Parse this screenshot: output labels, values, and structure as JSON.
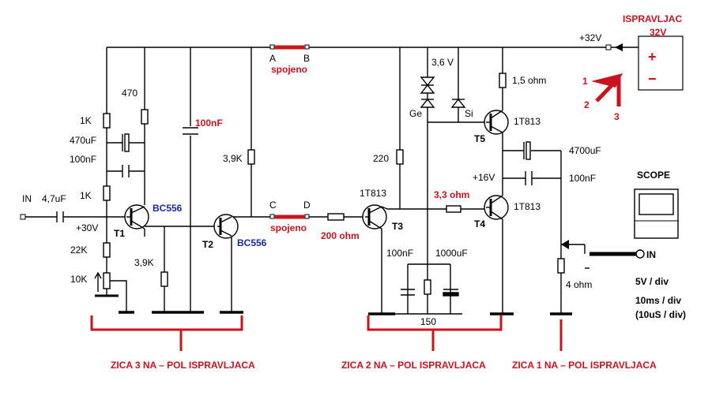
{
  "supply": {
    "title": "ISPRAVLJAC",
    "voltage": "32V",
    "plus": "+",
    "minus": "−",
    "rail_label": "+32V",
    "markers": [
      "1",
      "2",
      "3"
    ]
  },
  "links": {
    "ab": {
      "a": "A",
      "b": "B",
      "text": "spojeno"
    },
    "cd": {
      "c": "C",
      "d": "D",
      "text": "spojeno"
    }
  },
  "stage1": {
    "in_label": "IN",
    "c_in": "4,7uF",
    "r_top": "470",
    "r_1k_a": "1K",
    "c_470uf": "470uF",
    "c_100nf": "100nF",
    "r_1k_b": "1K",
    "v30": "+30V",
    "r_22k": "22K",
    "pot_10k": "10K",
    "r_39k_e": "3,9K",
    "c_100nf_red": "100nF",
    "r_39k_c": "3,9K",
    "t1": "T1",
    "t1_type": "BC556",
    "t2": "T2",
    "t2_type": "BC556"
  },
  "stage2": {
    "r_200": "200 ohm",
    "t3_type": "1T813",
    "t3": "T3",
    "r_220": "220",
    "zener": "3,6 V",
    "ge": "Ge",
    "si": "Si",
    "c_100nf": "100nF",
    "c_1000uf": "1000uF",
    "r_150": "150",
    "r_33": "3,3 ohm",
    "r_15": "1,5 ohm",
    "t5_type": "1T813",
    "t5": "T5",
    "t4_type": "1T813",
    "t4": "T4",
    "c_4700uf": "4700uF",
    "v16": "+16V",
    "c_100nf_out": "100nF",
    "r_4ohm": "4 ohm"
  },
  "scope": {
    "title": "SCOPE",
    "in_label": "IN",
    "vdiv": "5V / div",
    "tdiv": "10ms / div",
    "tdiv_alt": "(10uS / div)"
  },
  "captions": {
    "z3": "ZICA 3 NA – POL ISPRAVLJACA",
    "z2": "ZICA 2 NA – POL ISPRAVLJACA",
    "z1": "ZICA 1 NA – POL ISPRAVLJACA"
  },
  "colors": {
    "accent": "#c8141e",
    "blue_label": "#1a2aa0",
    "wire": "#000000"
  }
}
